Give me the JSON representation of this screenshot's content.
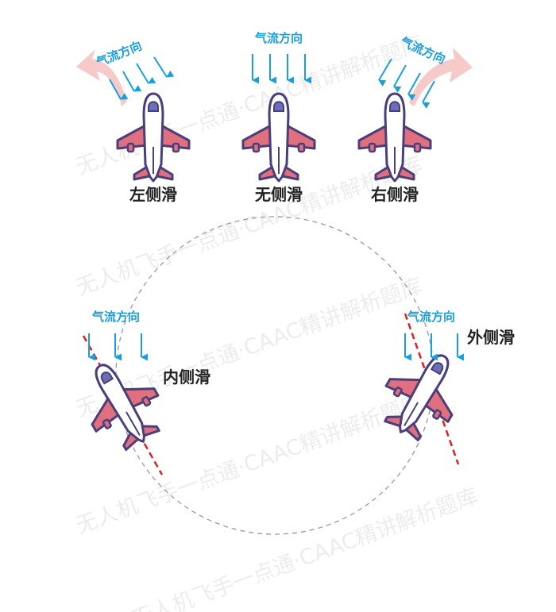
{
  "watermark": "无人机飞手一点通·CAAC精讲解析题库",
  "airflow_label": "气流方向",
  "captions": {
    "left_slip": "左侧滑",
    "no_slip": "无侧滑",
    "right_slip": "右侧滑",
    "inner_slip": "内侧滑",
    "outer_slip": "外侧滑"
  },
  "colors": {
    "airflow_blue": "#1a9fdc",
    "wing_pink": "#e0707f",
    "fuselage": "#ffffff",
    "outline": "#4a3f7a",
    "cockpit": "#6b6fb5",
    "slip_arrow": "#f6c4c4",
    "trajectory_red": "#e02020",
    "circle_gray": "#999999"
  },
  "icons": {
    "airplane": "airplane-icon",
    "airflow_arrow": "down-arrow-icon",
    "slip_direction": "curved-arrow-icon"
  }
}
